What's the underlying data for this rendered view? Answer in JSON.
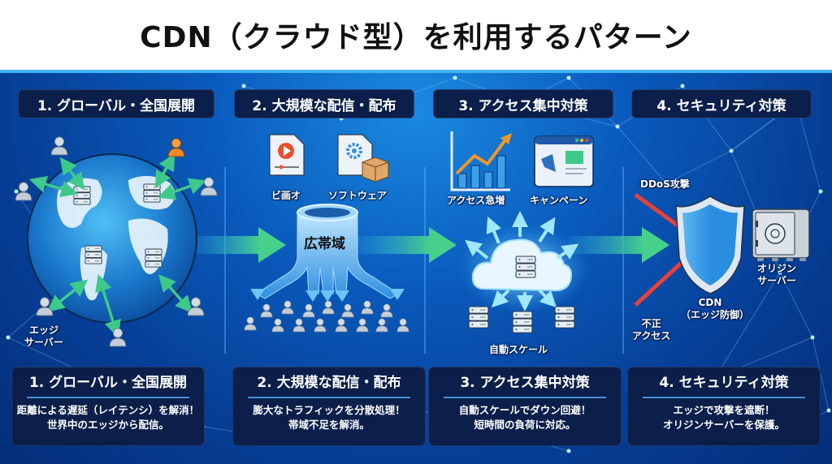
{
  "title": "CDN（クラウド型）を利用するパターン",
  "sections": [
    {
      "heading": "1. グローバル・全国展開",
      "card_title": "1. グローバル・全国展開",
      "card_lines": [
        "距離による遅延（レイテンシ）を解消！",
        "世界中のエッジから配信。"
      ],
      "labels": {
        "edge_server": [
          "エッジ",
          "サーバー"
        ]
      }
    },
    {
      "heading": "2. 大規模な配信・配布",
      "card_title": "2. 大規模な配信・配布",
      "card_lines": [
        "膨大なトラフィックを分散処理！",
        "帯域不足を解消。"
      ],
      "labels": {
        "video": "ビ画オ",
        "software": "ソフトウェア",
        "bandwidth": "広帯域"
      }
    },
    {
      "heading": "3. アクセス集中対策",
      "card_title": "3. アクセス集中対策",
      "card_lines": [
        "自動スケールでダウン回避！",
        "短時間の負荷に対応。"
      ],
      "labels": {
        "access_spike": "アクセス急増",
        "campaign": "キャンペーン",
        "auto_scale": "自動スケール"
      }
    },
    {
      "heading": "4. セキュリティ対策",
      "card_title": "4. セキュリティ対策",
      "card_lines": [
        "エッジで攻撃を遮断！",
        "オリジンサーバーを保護。"
      ],
      "labels": {
        "ddos": "DDoS攻撃",
        "unauthorized": [
          "不正",
          "アクセス"
        ],
        "cdn": [
          "CDN",
          "（エッジ防御）"
        ],
        "origin": [
          "オリジン",
          "サーバー"
        ]
      }
    }
  ],
  "colors": {
    "card_bg": "#0b1f4a",
    "flow_arrow": "#3ec98a",
    "attack_arrow": "#e8403a",
    "highlight_user": "#f08a24",
    "user": "#c9d3de",
    "shield": "#3fa0e8"
  },
  "icons": [
    "globe-icon",
    "server-icon",
    "user-icon",
    "video-file-icon",
    "software-file-icon",
    "box-icon",
    "funnel-icon",
    "chart-icon",
    "megaphone-window-icon",
    "cloud-icon",
    "shield-icon",
    "safe-icon",
    "sparkle-icon"
  ]
}
